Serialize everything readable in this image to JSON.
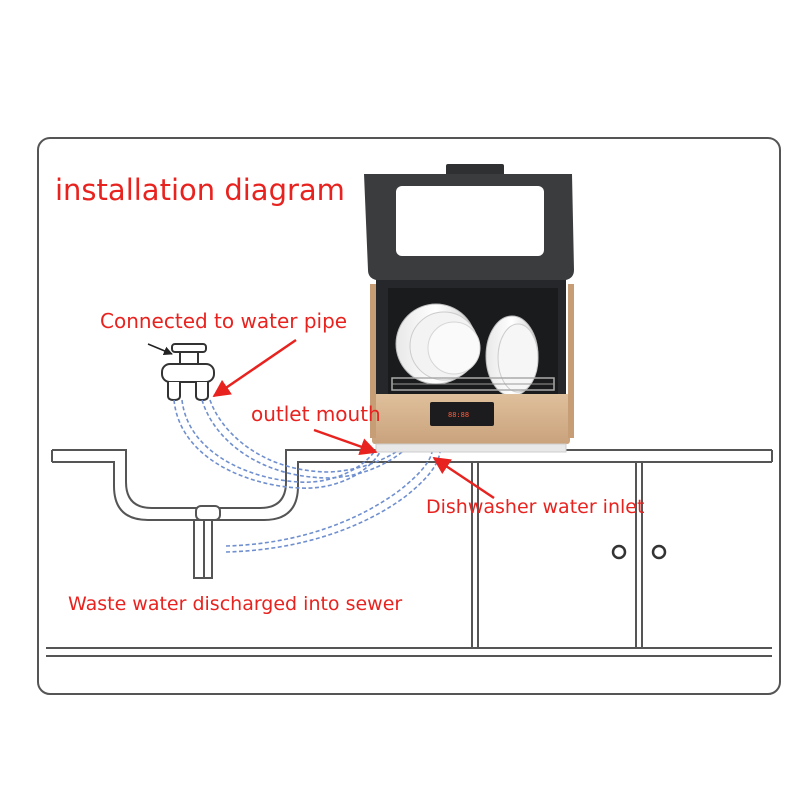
{
  "title": "installation diagram",
  "labels": {
    "water_pipe": "Connected to water pipe",
    "outlet_mouth": "outlet mouth",
    "water_inlet": "Dishwasher water inlet",
    "waste_water": "Waste water discharged into sewer"
  },
  "colors": {
    "label_red": "#e8231f",
    "hose_blue": "#6f8fcf",
    "outline": "#555555",
    "lid_dark": "#3b3c3e",
    "body_gold": "#d7b48e"
  },
  "icons": [
    "water-tap-icon",
    "sink-drain-icon",
    "dishwasher-icon",
    "cabinet-door-knob-icon"
  ]
}
